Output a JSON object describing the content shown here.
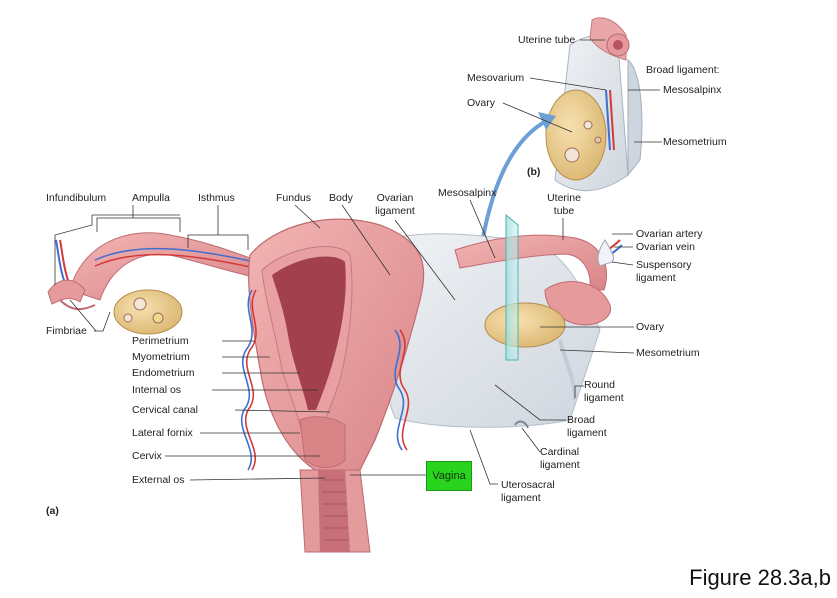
{
  "caption": "Figure 28.3a,b",
  "panel_labels": {
    "a": "(a)",
    "b": "(b)"
  },
  "labels": {
    "infundibulum": "Infundibulum",
    "ampulla": "Ampulla",
    "isthmus": "Isthmus",
    "fundus": "Fundus",
    "body": "Body",
    "ovarian_ligament_1": "Ovarian",
    "ovarian_ligament_2": "ligament",
    "mesosalpinx": "Mesosalpinx",
    "uterine_tube_1": "Uterine",
    "uterine_tube_2": "tube",
    "ovarian_artery": "Ovarian artery",
    "ovarian_vein": "Ovarian vein",
    "suspensory_1": "Suspensory",
    "suspensory_2": "ligament",
    "ovary": "Ovary",
    "mesometrium": "Mesometrium",
    "round_1": "Round",
    "round_2": "ligament",
    "broad_1": "Broad",
    "broad_2": "ligament",
    "cardinal_1": "Cardinal",
    "cardinal_2": "ligament",
    "uterosacral_1": "Uterosacral",
    "uterosacral_2": "ligament",
    "vagina": "Vagina",
    "fimbriae": "Fimbriae",
    "perimetrium": "Perimetrium",
    "myometrium": "Myometrium",
    "endometrium": "Endometrium",
    "internal_os": "Internal os",
    "cervical_canal": "Cervical canal",
    "lateral_fornix": "Lateral fornix",
    "cervix": "Cervix",
    "external_os": "External os"
  },
  "inset_labels": {
    "uterine_tube": "Uterine tube",
    "mesovarium": "Mesovarium",
    "ovary": "Ovary",
    "broad_ligament": "Broad ligament:",
    "mesosalpinx": "Mesosalpinx",
    "mesometrium": "Mesometrium"
  },
  "colors": {
    "tissue": "#e79a9c",
    "tissue_dark": "#c96a72",
    "cavity": "#a2404e",
    "ligament": "#dfe4ea",
    "ovary": "#eed29a",
    "artery": "#d43a3a",
    "vein": "#3f6fd0",
    "highlight": "#29d41f"
  }
}
